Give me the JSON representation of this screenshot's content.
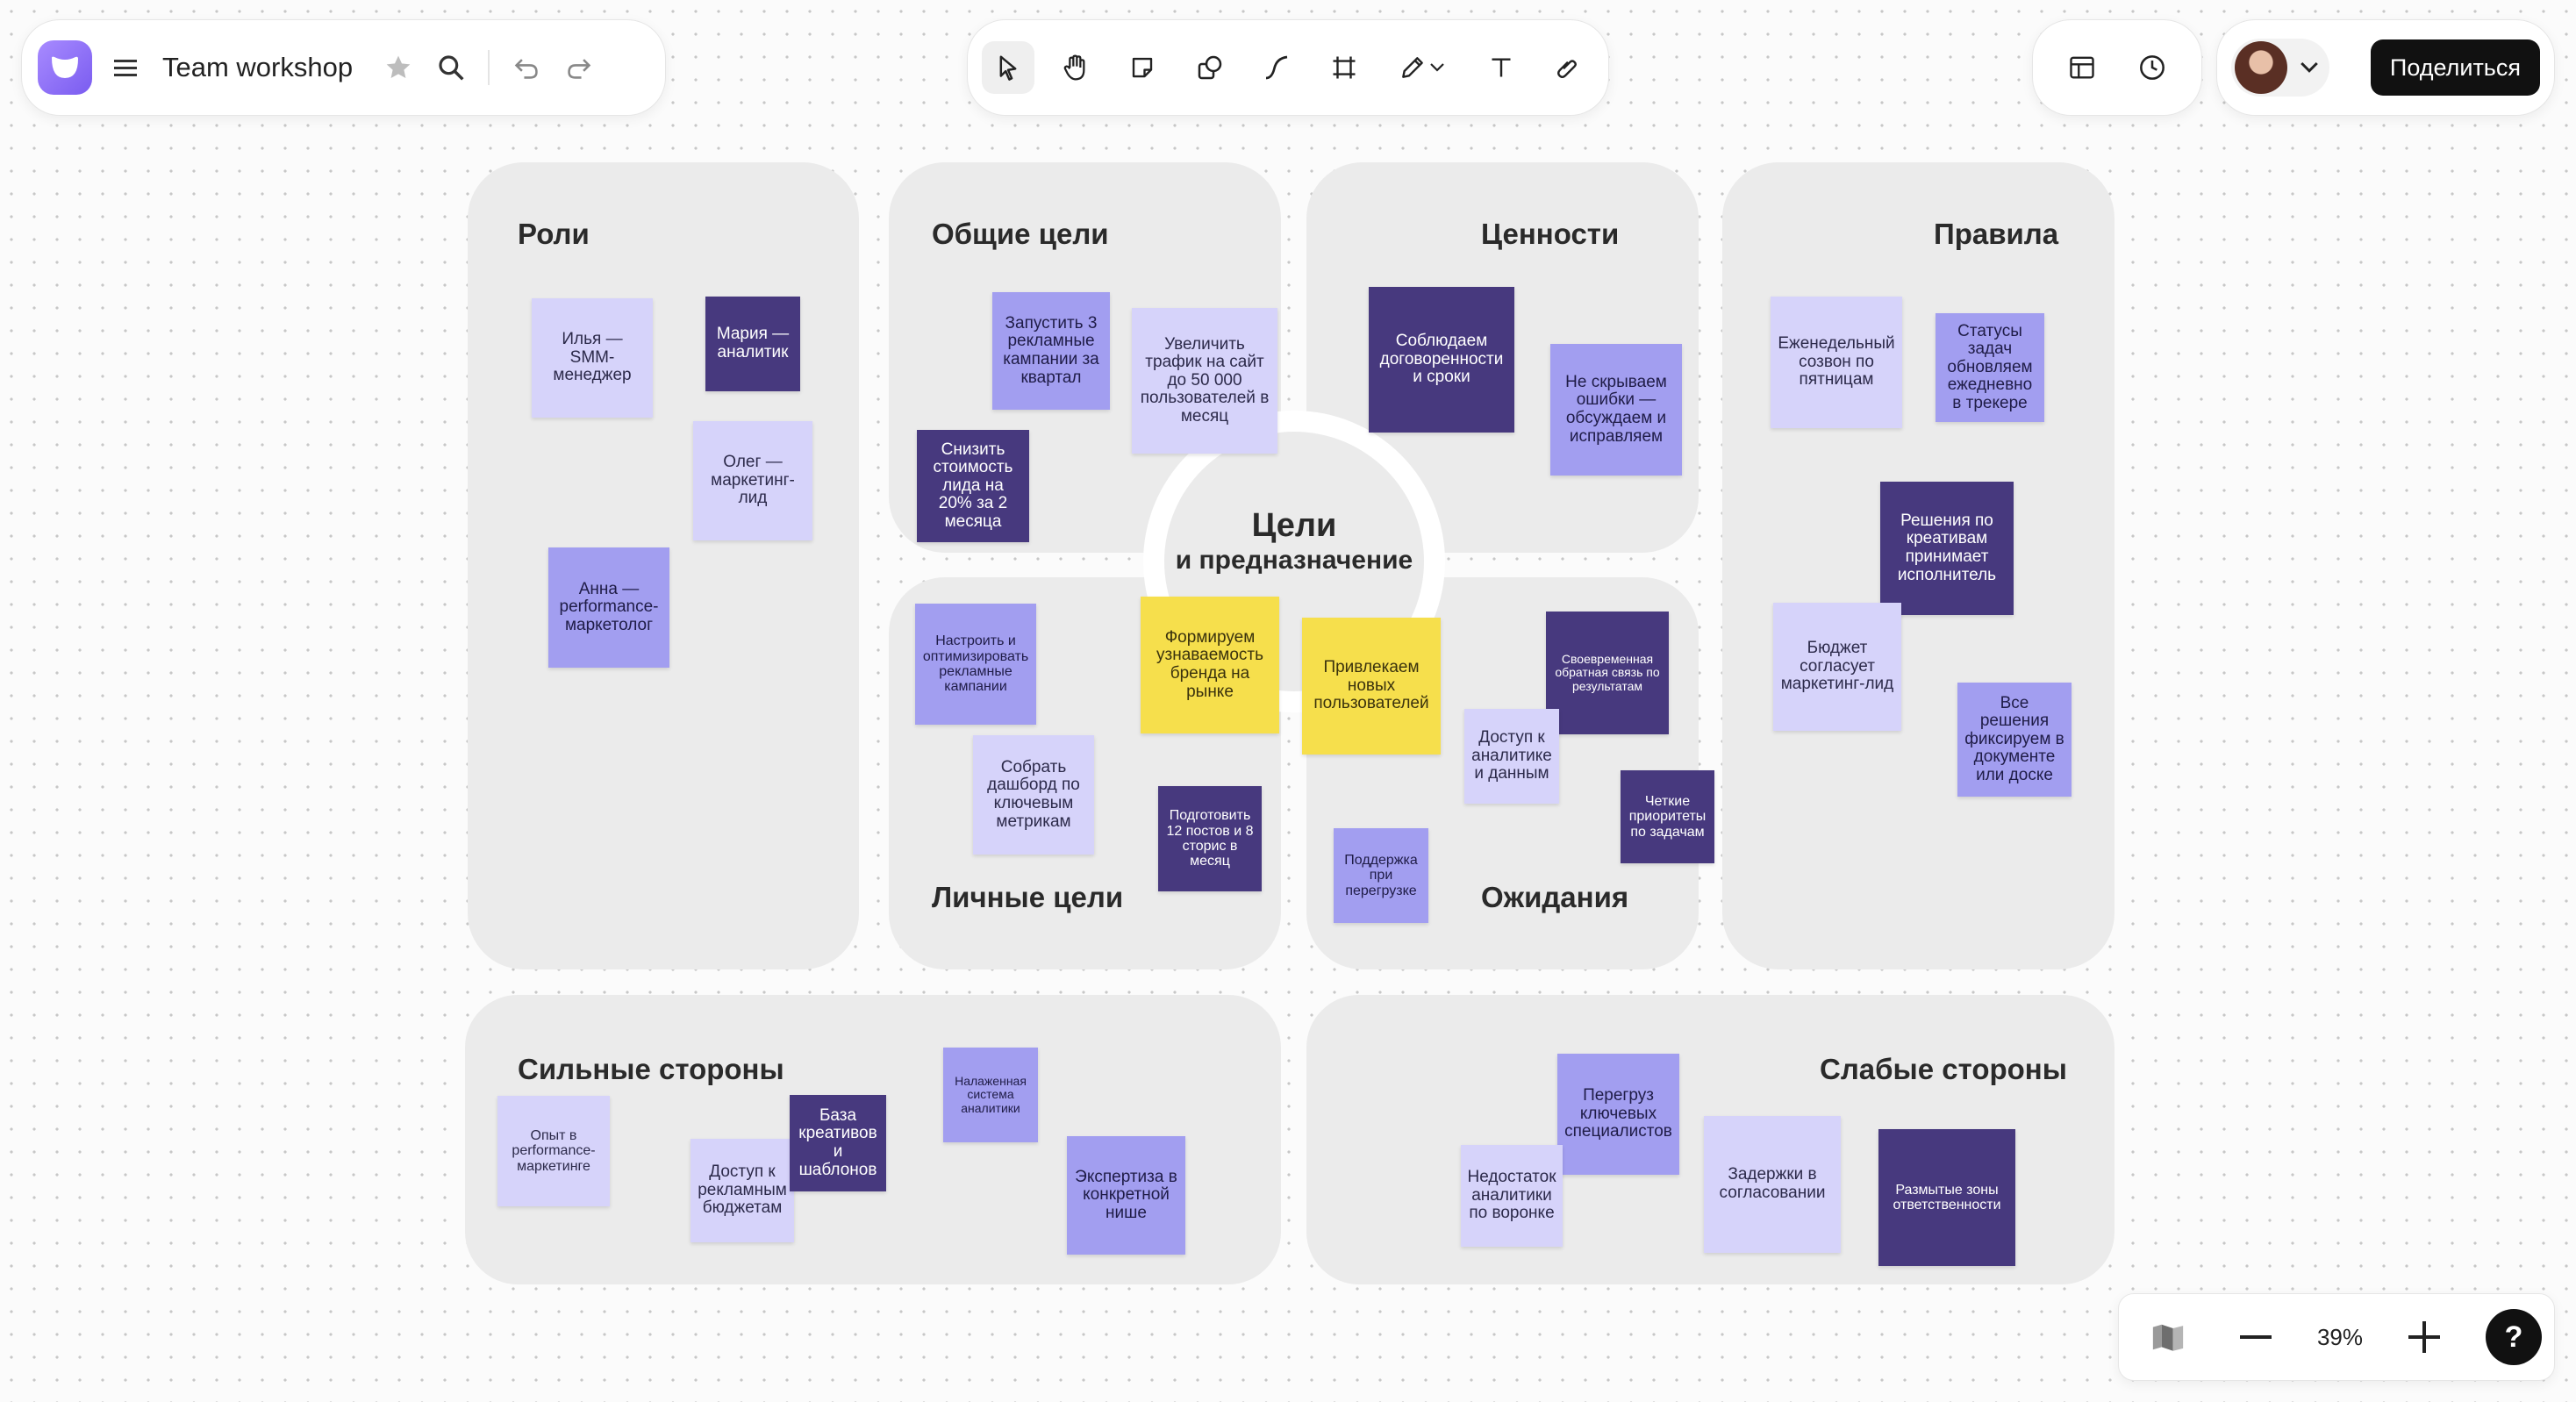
{
  "header": {
    "board_title": "Team workshop",
    "share_label": "Поделиться"
  },
  "zoom": {
    "level": "39%",
    "help_label": "?"
  },
  "center": {
    "title": "Цели",
    "subtitle": "и предназначение"
  },
  "zones": {
    "roles": "Роли",
    "common_goals": "Общие цели",
    "values": "Ценности",
    "rules": "Правила",
    "personal_goals": "Личные цели",
    "expectations": "Ожидания",
    "strengths": "Сильные стороны",
    "weaknesses": "Слабые стороны"
  },
  "notes": {
    "roles": [
      "Илья — SMM-менеджер",
      "Мария — аналитик",
      "Олег — маркетинг-лид",
      "Анна — performance-маркетолог"
    ],
    "common_goals": [
      "Запустить 3 рекламные кампании за квартал",
      "Увеличить трафик на сайт до 50 000 пользователей в месяц",
      "Снизить стоимость лида на 20% за 2 месяца"
    ],
    "values": [
      "Соблюдаем договоренности и сроки",
      "Не скрываем ошибки — обсуждаем и исправляем"
    ],
    "rules": [
      "Еженедельный созвон по пятницам",
      "Статусы задач обновляем ежедневно в трекере",
      "Решения по креативам принимает исполнитель",
      "Бюджет согласует маркетинг-лид",
      "Все решения фиксируем в документе или доске"
    ],
    "personal_goals": [
      "Настроить и оптимизировать рекламные кампании",
      "Формируем узнаваемость бренда на рынке",
      "Собрать дашборд по ключевым метрикам",
      "Подготовить 12 постов и 8 сторис в месяц"
    ],
    "expectations": [
      "Привлекаем новых пользователей",
      "Своевременная обратная связь по результатам",
      "Доступ к аналитике и данным",
      "Четкие приоритеты по задачам",
      "Поддержка при перегрузке"
    ],
    "strengths": [
      "Опыт в performance-маркетинге",
      "Доступ к рекламным бюджетам",
      "База креативов и шаблонов",
      "Налаженная система аналитики",
      "Экспертиза в конкретной нише"
    ],
    "weaknesses": [
      "Перегруз ключевых специалистов",
      "Недостаток аналитики по воронке",
      "Задержки в согласовании",
      "Размытые зоны ответственности"
    ]
  }
}
